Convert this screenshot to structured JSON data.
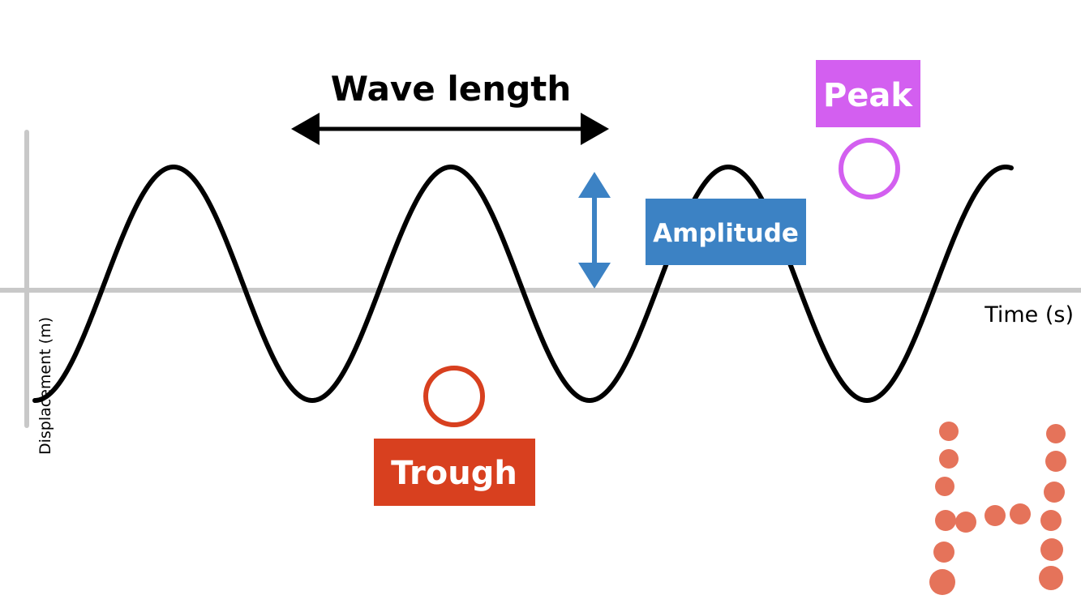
{
  "labels": {
    "wavelength": "Wave length",
    "peak": "Peak",
    "amplitude": "Amplitude",
    "trough": "Trough",
    "x_axis": "Time (s)",
    "y_axis": "Displacement (m)"
  },
  "colors": {
    "wave": "#000000",
    "axis": "#c8c8c8",
    "peak": "#d35ff0",
    "amplitude": "#3c82c4",
    "trough": "#d8401f",
    "logo": "#e5735a",
    "background": "#ffffff"
  },
  "logo": {
    "letter": "H"
  }
}
